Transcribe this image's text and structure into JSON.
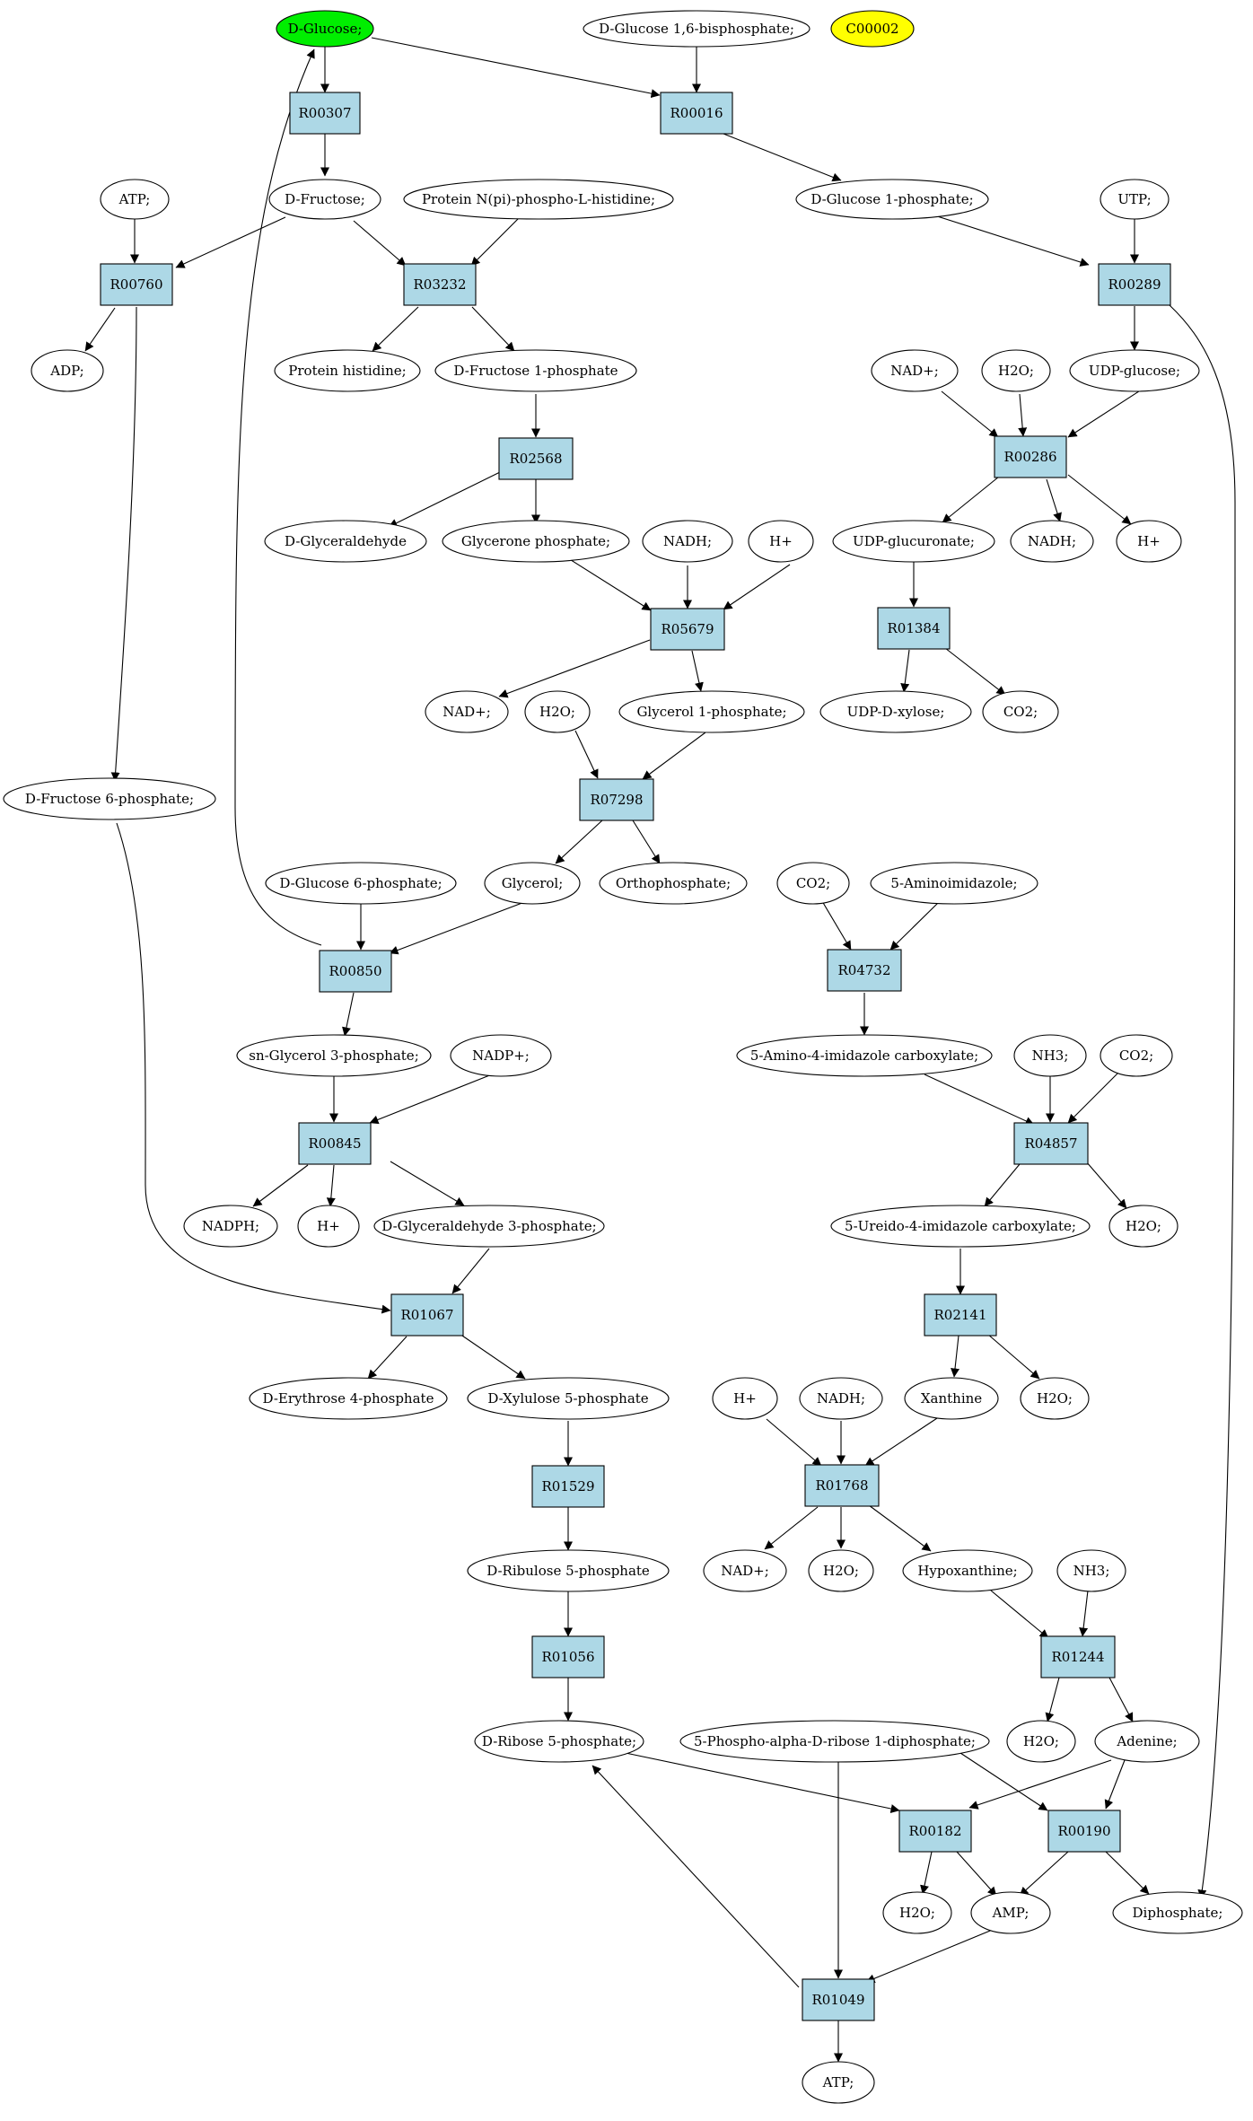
{
  "colors": {
    "reaction_fill": "#add8e6",
    "compound_fill": "#ffffff",
    "highlight_fill": "#00ee00",
    "query_fill": "#ffff00",
    "stroke": "#000000"
  },
  "compounds": {
    "dglucose_top": "D-Glucose;",
    "dglucose16bp": "D-Glucose 1,6-bisphosphate;",
    "c00002": "C00002",
    "atp_top": "ATP;",
    "dfructose": "D-Fructose;",
    "prot_nphis": "Protein N(pi)-phospho-L-histidine;",
    "dglucose1p": "D-Glucose 1-phosphate;",
    "utp": "UTP;",
    "adp": "ADP;",
    "prot_his": "Protein histidine;",
    "dfructose1p": "D-Fructose 1-phosphate",
    "nadp_r00286": "NAD+;",
    "h2o_r00286": "H2O;",
    "udpglucose": "UDP-glucose;",
    "dglyceraldehyde": "D-Glyceraldehyde",
    "glyceronep": "Glycerone phosphate;",
    "nadh_r05679": "NADH;",
    "h_r05679": "H+",
    "udpglucuronate": "UDP-glucuronate;",
    "nadh_r00286": "NADH;",
    "h_r00286": "H+",
    "nad_r05679": "NAD+;",
    "h2o_r07298": "H2O;",
    "glycerol1p": "Glycerol 1-phosphate;",
    "udpxylose": "UDP-D-xylose;",
    "co2_r01384": "CO2;",
    "dfructose6p": "D-Fructose 6-phosphate;",
    "dglucose6p": "D-Glucose 6-phosphate;",
    "glycerol": "Glycerol;",
    "orthophosphate": "Orthophosphate;",
    "co2_r04732": "CO2;",
    "aminoimidazole": "5-Aminoimidazole;",
    "snglycerol3p": "sn-Glycerol 3-phosphate;",
    "nadp_r00845": "NADP+;",
    "amino_imid_carb": "5-Amino-4-imidazole carboxylate;",
    "nh3_r04857": "NH3;",
    "co2_r04857": "CO2;",
    "nadph": "NADPH;",
    "h_r00845": "H+",
    "dglyceraldehyde3p": "D-Glyceraldehyde 3-phosphate;",
    "ureido_imid_carb": "5-Ureido-4-imidazole carboxylate;",
    "h2o_r04857": "H2O;",
    "derythrose4p": "D-Erythrose 4-phosphate",
    "dxylulose5p": "D-Xylulose 5-phosphate",
    "h_r01768": "H+",
    "nadh_r01768": "NADH;",
    "xanthine": "Xanthine",
    "h2o_r02141": "H2O;",
    "dribulose5p": "D-Ribulose 5-phosphate",
    "nad_r01768": "NAD+;",
    "h2o_r01768": "H2O;",
    "hypoxanthine": "Hypoxanthine;",
    "nh3_r01244": "NH3;",
    "dribose5p": "D-Ribose 5-phosphate;",
    "prpp": "5-Phospho-alpha-D-ribose 1-diphosphate;",
    "h2o_r01244": "H2O;",
    "adenine": "Adenine;",
    "h2o_r00182": "H2O;",
    "amp": "AMP;",
    "diphosphate": "Diphosphate;",
    "atp_bottom": "ATP;"
  },
  "reactions": {
    "R00307": "R00307",
    "R00016": "R00016",
    "R00760": "R00760",
    "R03232": "R03232",
    "R00289": "R00289",
    "R02568": "R02568",
    "R00286": "R00286",
    "R05679": "R05679",
    "R01384": "R01384",
    "R07298": "R07298",
    "R04732": "R04732",
    "R00850": "R00850",
    "R04857": "R04857",
    "R00845": "R00845",
    "R02141": "R02141",
    "R01067": "R01067",
    "R01768": "R01768",
    "R01529": "R01529",
    "R01244": "R01244",
    "R01056": "R01056",
    "R00182": "R00182",
    "R00190": "R00190",
    "R01049": "R01049"
  }
}
